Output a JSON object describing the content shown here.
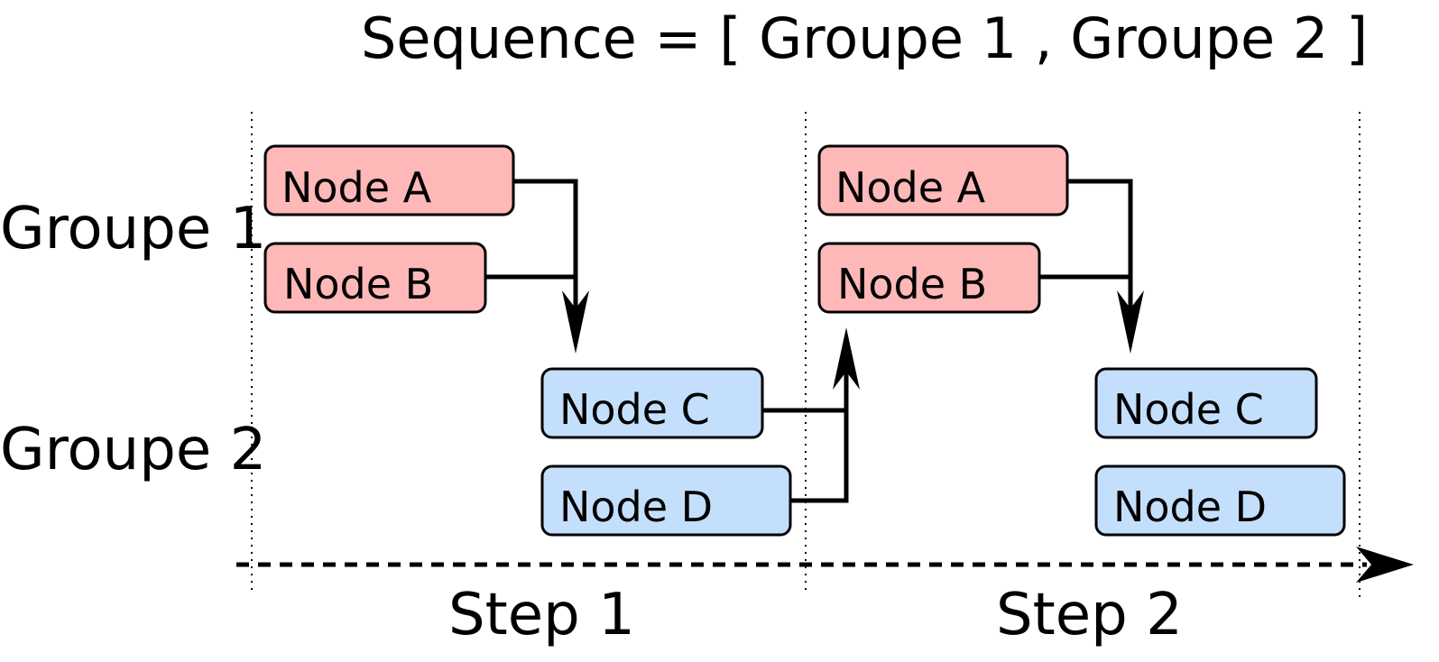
{
  "title": "Sequence = [ Groupe 1 ,  Groupe 2 ]",
  "groups": [
    {
      "label": "Groupe 1"
    },
    {
      "label": "Groupe 2"
    }
  ],
  "steps": [
    {
      "label": "Step 1",
      "nodes": [
        {
          "label": "Node A",
          "group": "Groupe 1"
        },
        {
          "label": "Node B",
          "group": "Groupe 1"
        },
        {
          "label": "Node C",
          "group": "Groupe 2"
        },
        {
          "label": "Node D",
          "group": "Groupe 2"
        }
      ]
    },
    {
      "label": "Step 2",
      "nodes": [
        {
          "label": "Node A",
          "group": "Groupe 1"
        },
        {
          "label": "Node B",
          "group": "Groupe 1"
        },
        {
          "label": "Node C",
          "group": "Groupe 2"
        },
        {
          "label": "Node D",
          "group": "Groupe 2"
        }
      ]
    }
  ],
  "colors": {
    "groupe_1_fill": "#ffb8b8",
    "groupe_2_fill": "#c4dffb",
    "stroke": "#000000"
  }
}
